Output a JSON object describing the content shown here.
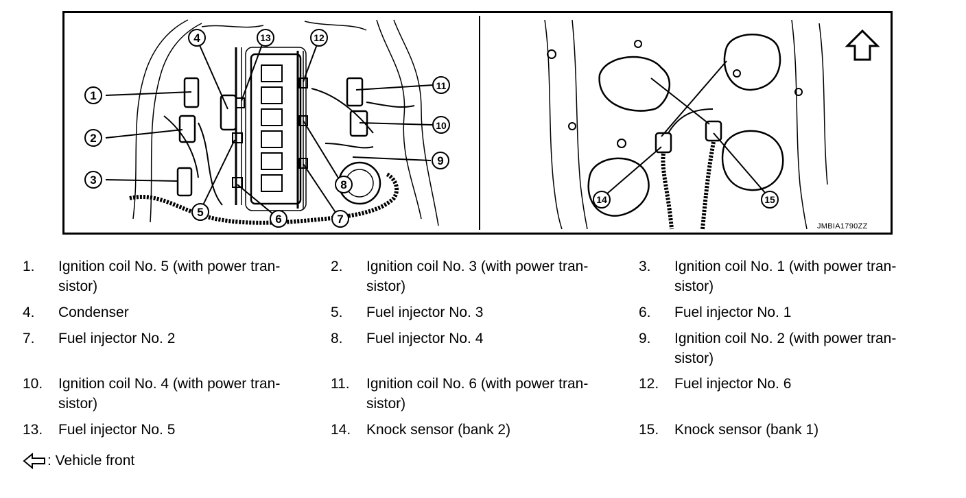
{
  "figure": {
    "code": "JMBIA1790ZZ",
    "callouts": [
      "1",
      "2",
      "3",
      "4",
      "5",
      "6",
      "7",
      "8",
      "9",
      "10",
      "11",
      "12",
      "13",
      "14",
      "15"
    ],
    "front_arrow_icon": "arrow-up-outline-icon"
  },
  "legend": {
    "items": [
      {
        "num": "1.",
        "text": "Ignition coil No. 5 (with power tran-sistor)",
        "line1": "Ignition coil No. 5 (with power tran-",
        "line2": "sistor)"
      },
      {
        "num": "2.",
        "text": "Ignition coil No. 3 (with power tran-sistor)",
        "line1": "Ignition coil No. 3 (with power tran-",
        "line2": "sistor)"
      },
      {
        "num": "3.",
        "text": "Ignition coil No. 1 (with power tran-sistor)",
        "line1": "Ignition coil No. 1 (with power tran-",
        "line2": "sistor)"
      },
      {
        "num": "4.",
        "line1": "Condenser",
        "line2": ""
      },
      {
        "num": "5.",
        "line1": "Fuel injector No. 3",
        "line2": ""
      },
      {
        "num": "6.",
        "line1": "Fuel injector No. 1",
        "line2": ""
      },
      {
        "num": "7.",
        "line1": "Fuel injector No. 2",
        "line2": ""
      },
      {
        "num": "8.",
        "line1": "Fuel injector No. 4",
        "line2": ""
      },
      {
        "num": "9.",
        "line1": "Ignition coil No. 2 (with power tran-",
        "line2": "sistor)"
      },
      {
        "num": "10.",
        "line1": "Ignition coil No. 4 (with power tran-",
        "line2": "sistor)"
      },
      {
        "num": "11.",
        "line1": "Ignition coil No. 6 (with power tran-",
        "line2": "sistor)"
      },
      {
        "num": "12.",
        "line1": "Fuel injector No. 6",
        "line2": ""
      },
      {
        "num": "13.",
        "line1": "Fuel injector No. 5",
        "line2": ""
      },
      {
        "num": "14.",
        "line1": "Knock sensor (bank 2)",
        "line2": ""
      },
      {
        "num": "15.",
        "line1": "Knock sensor (bank 1)",
        "line2": ""
      }
    ]
  },
  "footnote": {
    "icon": "arrow-left-outline-icon",
    "text": ": Vehicle front"
  }
}
